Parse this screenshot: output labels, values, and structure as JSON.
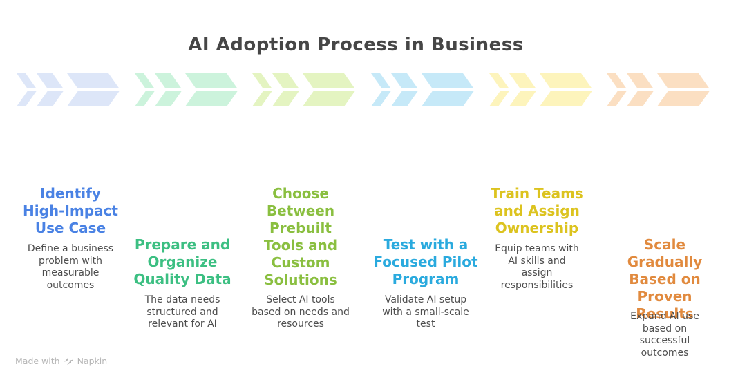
{
  "title": "AI Adoption Process in Business",
  "title_color": "#464646",
  "watermark": {
    "prefix": "Made with",
    "brand": "Napkin",
    "color": "#b6b6b6",
    "icon": "napkin-double-chevron"
  },
  "steps": [
    {
      "heading": "Identify\nHigh-Impact\nUse Case",
      "description": "Define a business\nproblem with\nmeasurable\noutcomes",
      "heading_color": "#4a82e4",
      "chevron_color": "#dde6f8"
    },
    {
      "heading": "Prepare and\nOrganize\nQuality Data",
      "description": "The data needs\nstructured and\nrelevant for AI",
      "heading_color": "#3cbf82",
      "chevron_color": "#ccf3dc"
    },
    {
      "heading": "Choose\nBetween\nPrebuilt\nTools and\nCustom\nSolutions",
      "description": "Select AI tools\nbased on needs and\nresources",
      "heading_color": "#8abf40",
      "chevron_color": "#e4f4c1"
    },
    {
      "heading": "Test with a\nFocused Pilot\nProgram",
      "description": "Validate AI setup\nwith a small-scale\ntest",
      "heading_color": "#2aaade",
      "chevron_color": "#c6e9f8"
    },
    {
      "heading": "Train Teams\nand Assign\nOwnership",
      "description": "Equip teams with\nAI skills and\nassign\nresponsibilities",
      "heading_color": "#dcc31f",
      "chevron_color": "#fdf4bc"
    },
    {
      "heading": "Scale\nGradually\nBased on\nProven Results",
      "description": "Expand AI use\nbased on successful\noutcomes",
      "heading_color": "#e18a3e",
      "chevron_color": "#fbdfc2"
    }
  ]
}
